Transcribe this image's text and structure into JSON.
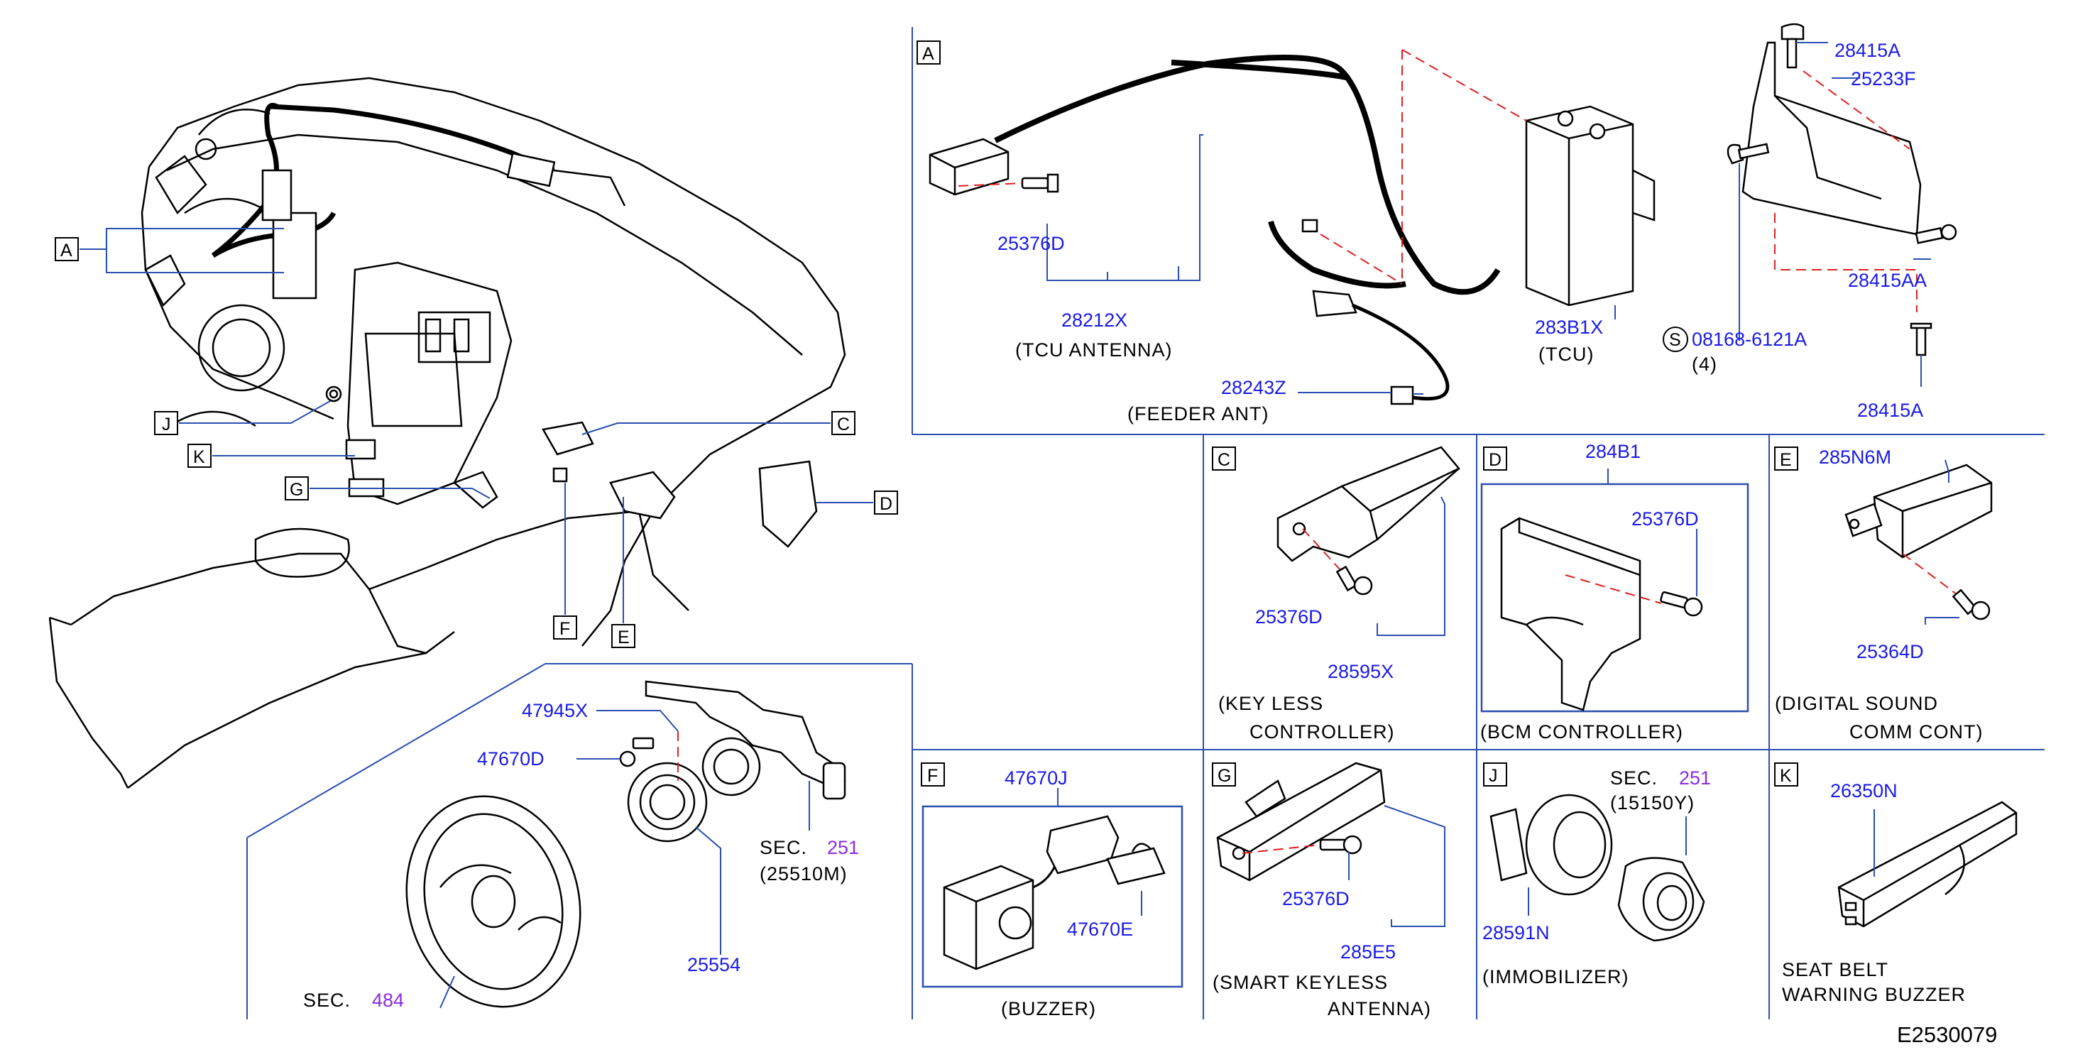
{
  "diagram_id": "E2530079",
  "colors": {
    "part_number": "#1a1ae6",
    "section_ref": "#8a2be2",
    "leader": "#2a4fb0",
    "dash": "#e02020"
  },
  "overview": {
    "callouts": [
      "A",
      "J",
      "K",
      "G",
      "F",
      "E",
      "C",
      "D"
    ]
  },
  "steering": {
    "parts": [
      "47945X",
      "47670D",
      "25554"
    ],
    "sec_top": {
      "prefix": "SEC.",
      "num": "251",
      "sub": "(25510M)"
    },
    "sec_bottom": {
      "prefix": "SEC.",
      "num": "484"
    }
  },
  "panelA": {
    "letter": "A",
    "parts": [
      "25376D",
      "28212X",
      "28243Z",
      "283B1X",
      "28415A",
      "25233F",
      "08168-6121A",
      "28415AA",
      "28415A"
    ],
    "labels": [
      "(TCU   ANTENNA)",
      "(FEEDER   ANT)",
      "(TCU)",
      "(4)"
    ],
    "s_symbol": "S"
  },
  "panelC": {
    "letter": "C",
    "parts": [
      "25376D",
      "28595X"
    ],
    "caption": [
      "(KEY   LESS",
      "CONTROLLER)"
    ]
  },
  "panelD": {
    "letter": "D",
    "parts": [
      "284B1",
      "25376D"
    ],
    "caption": [
      "(BCM   CONTROLLER)"
    ]
  },
  "panelE": {
    "letter": "E",
    "parts": [
      "285N6M",
      "25364D"
    ],
    "caption": [
      "(DIGITAL   SOUND",
      "COMM   CONT)"
    ]
  },
  "panelF": {
    "letter": "F",
    "parts": [
      "47670J",
      "47670E"
    ],
    "caption": [
      "(BUZZER)"
    ]
  },
  "panelG": {
    "letter": "G",
    "parts": [
      "25376D",
      "285E5"
    ],
    "caption": [
      "(SMART   KEYLESS",
      "ANTENNA)"
    ]
  },
  "panelJ": {
    "letter": "J",
    "parts": [
      "28591N"
    ],
    "sec": {
      "prefix": "SEC.",
      "num": "251",
      "sub": "(15150Y)"
    },
    "caption": [
      "(IMMOBILIZER)"
    ]
  },
  "panelK": {
    "letter": "K",
    "parts": [
      "26350N"
    ],
    "caption": [
      "SEAT   BELT",
      "WARNING   BUZZER"
    ]
  }
}
